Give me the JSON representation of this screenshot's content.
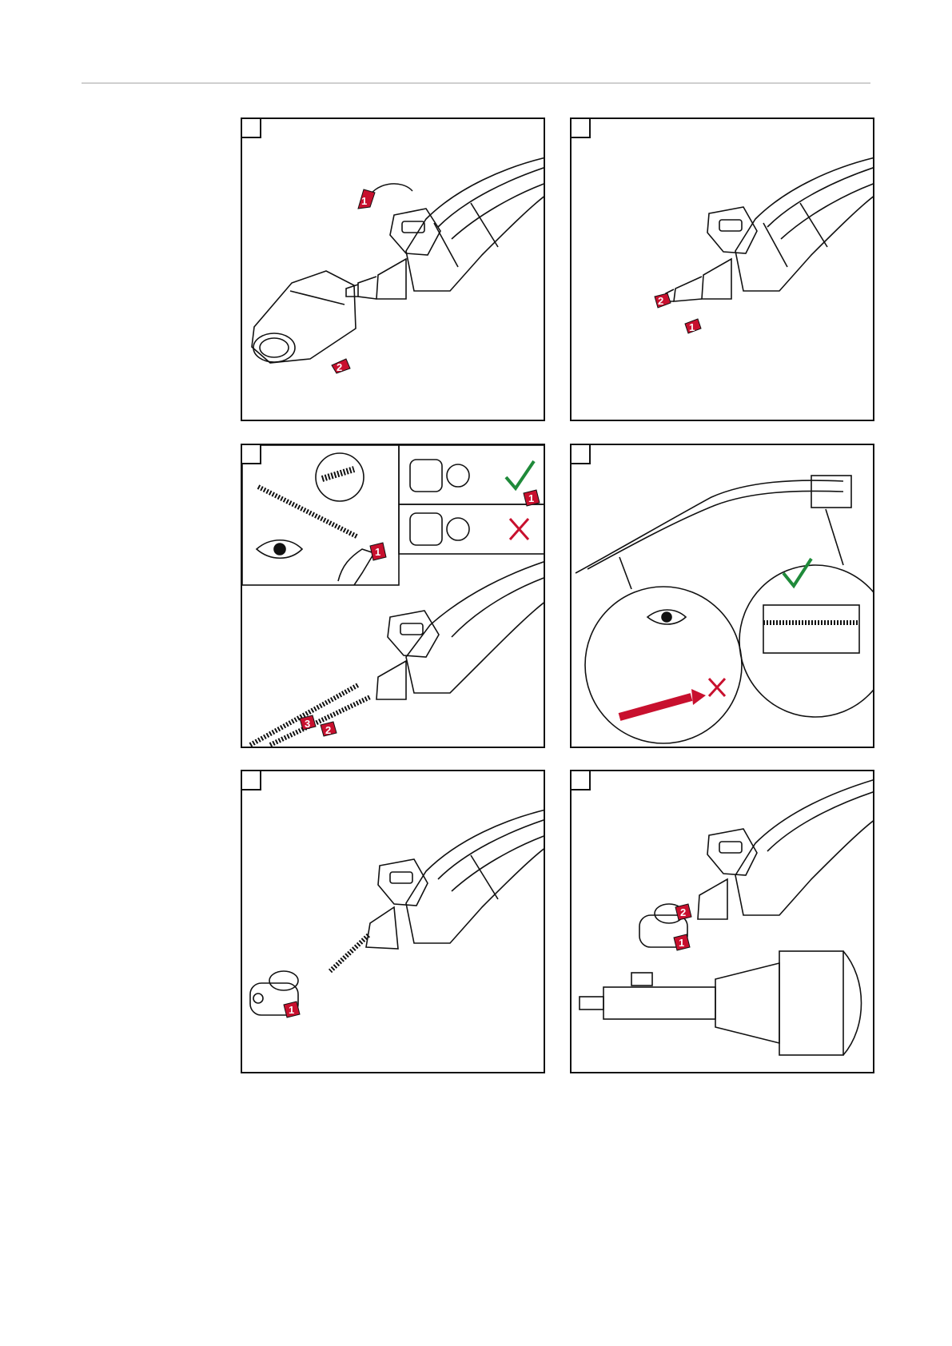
{
  "document": {
    "type": "installation-instruction-figures",
    "panel_count": 6
  },
  "panels": [
    {
      "id": "panel-1",
      "step_box": "",
      "callouts": [
        "1",
        "2"
      ],
      "symbols": []
    },
    {
      "id": "panel-2",
      "step_box": "",
      "callouts": [
        "1",
        "2"
      ],
      "symbols": []
    },
    {
      "id": "panel-3",
      "step_box": "",
      "callouts": [
        "1",
        "1",
        "2",
        "3"
      ],
      "symbols": [
        "check-icon",
        "cross-icon",
        "eye-icon"
      ]
    },
    {
      "id": "panel-4",
      "step_box": "",
      "callouts": [],
      "symbols": [
        "check-icon",
        "cross-icon",
        "eye-icon"
      ]
    },
    {
      "id": "panel-5",
      "step_box": "",
      "callouts": [
        "1"
      ],
      "symbols": []
    },
    {
      "id": "panel-6",
      "step_box": "",
      "callouts": [
        "1",
        "2"
      ],
      "symbols": []
    }
  ],
  "labels": {
    "p1_c1": "1",
    "p1_c2": "2",
    "p2_c1": "1",
    "p2_c2": "2",
    "p3_c1a": "1",
    "p3_c1b": "1",
    "p3_c2": "2",
    "p3_c3": "3",
    "p5_c1": "1",
    "p6_c1": "1",
    "p6_c2": "2"
  },
  "colors": {
    "accent_red": "#c8102e",
    "check_green": "#1f8a3a",
    "cross_red": "#c8102e",
    "line": "#111111",
    "rule_gray": "#cfcfcf"
  }
}
